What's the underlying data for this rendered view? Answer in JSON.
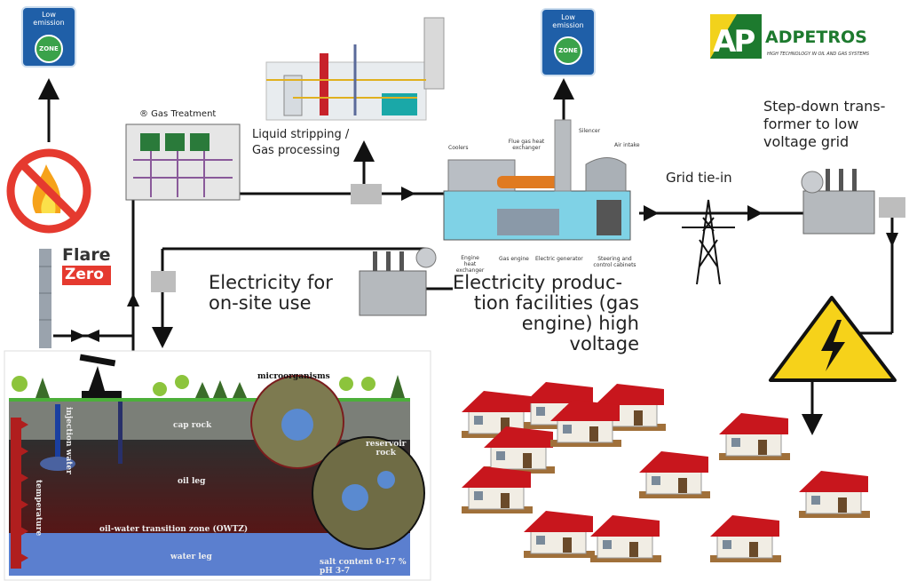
{
  "signs": {
    "line1": "Low",
    "line2": "emission",
    "zone": "ZONE"
  },
  "flare": {
    "word1": "Flare",
    "word2": "Zero"
  },
  "gas_treatment": "® Gas Treatment",
  "liquid_stripping": [
    "Liquid stripping /",
    "Gas processing"
  ],
  "generator_parts": [
    "Coolers",
    "Flue gas heat exchanger",
    "Silencer",
    "Air intake",
    "Engine heat exchanger",
    "Gas engine",
    "Electric generator",
    "Steering and control cabinets"
  ],
  "grid_tie_in": "Grid tie-in",
  "step_down": [
    "Step-down trans-",
    "former to low",
    "voltage grid"
  ],
  "electricity_onsite": [
    "Electricity for",
    "on-site use"
  ],
  "electricity_production": [
    "Electricity produc-",
    "tion facilities (gas",
    "engine) high voltage"
  ],
  "logo": {
    "name": "ADPETROS",
    "tagline": "HIGH TECHNOLOGY IN OIL AND GAS SYSTEMS",
    "mark": "AP"
  },
  "reservoir": {
    "injection_water": "injection water",
    "temperature": "temperature",
    "cap_rock": "cap rock",
    "oil_leg": "oil leg",
    "owtz": "oil-water transition zone (OWTZ)",
    "water_leg": "water leg",
    "microorganisms": "microorganisms",
    "reservoir_rock": [
      "reservoir",
      "rock"
    ],
    "salt": "salt content 0-17 %",
    "ph": "pH 3-7"
  },
  "colors": {
    "sign_blue": "#1f5fa8",
    "zone_green": "#3aa24a",
    "flare_red": "#e53a2f",
    "roof_red": "#c8161d",
    "warning_yellow": "#f6d21a",
    "logo_green": "#1d7a2e"
  }
}
